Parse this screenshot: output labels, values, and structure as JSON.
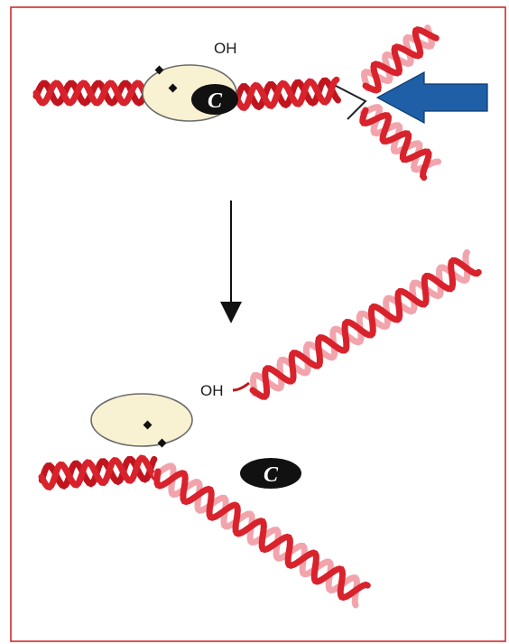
{
  "labels": {
    "oh_top": "OH",
    "oh_bottom": "OH",
    "c_top": "C",
    "c_bottom": "C"
  },
  "colors": {
    "border": "#d42a2a",
    "helix_dark": "#c0151e",
    "helix_mid": "#d8222c",
    "helix_light": "#f2a4ac",
    "ellipse_fill": "#f8f1d2",
    "ellipse_stroke": "#6a6a6a",
    "c_blob": "#111111",
    "blue_arrow": "#1f5fa8",
    "arrow_black": "#111111"
  },
  "icons": {
    "cleavage_pointer": "blue-left-arrow",
    "process_arrow": "down-arrow"
  }
}
